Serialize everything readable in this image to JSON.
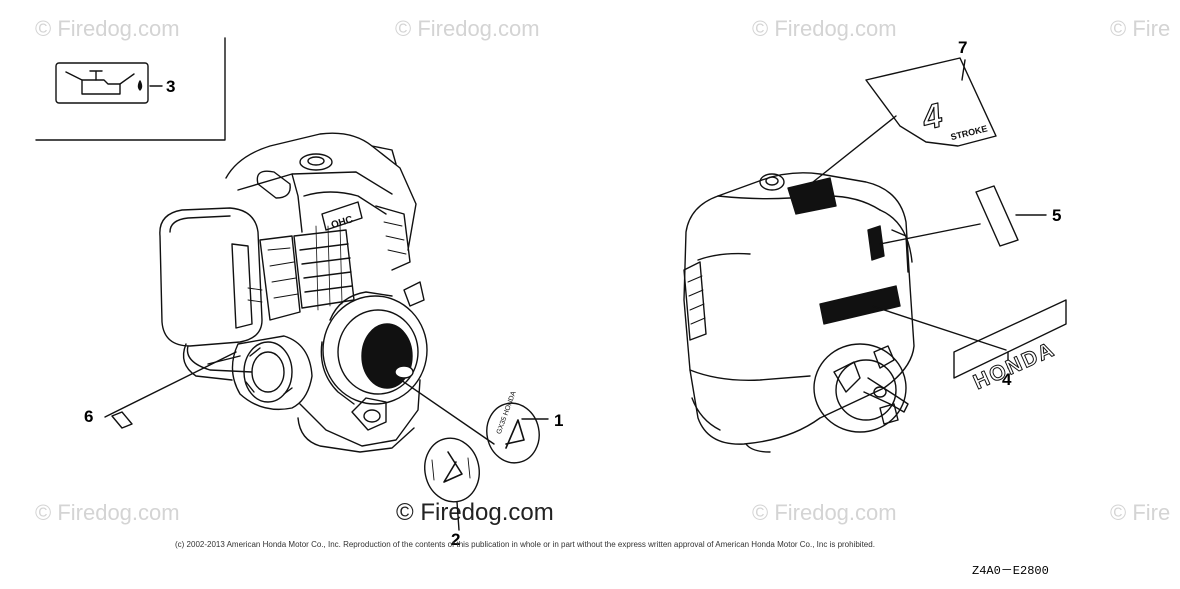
{
  "watermark": {
    "text": "© Firedog.com",
    "main": "© Firedog.com",
    "edge": "© Fire"
  },
  "callouts": {
    "c1": "1",
    "c2": "2",
    "c3": "3",
    "c4": "4",
    "c5": "5",
    "c6": "6",
    "c7": "7"
  },
  "labels": {
    "decal_brand": "HONDA",
    "decal_stroke_number": "4",
    "decal_stroke_word": "STROKE",
    "cover_marking": "OHC",
    "cap_text": "GX35 HONDA"
  },
  "footer": {
    "copyright": "(c) 2002-2013 American Honda Motor Co., Inc. Reproduction of the contents of this publication in whole or in part without the express written approval of American Honda Motor Co., Inc is prohibited.",
    "diagram_code": "Z4A0－E2800"
  }
}
